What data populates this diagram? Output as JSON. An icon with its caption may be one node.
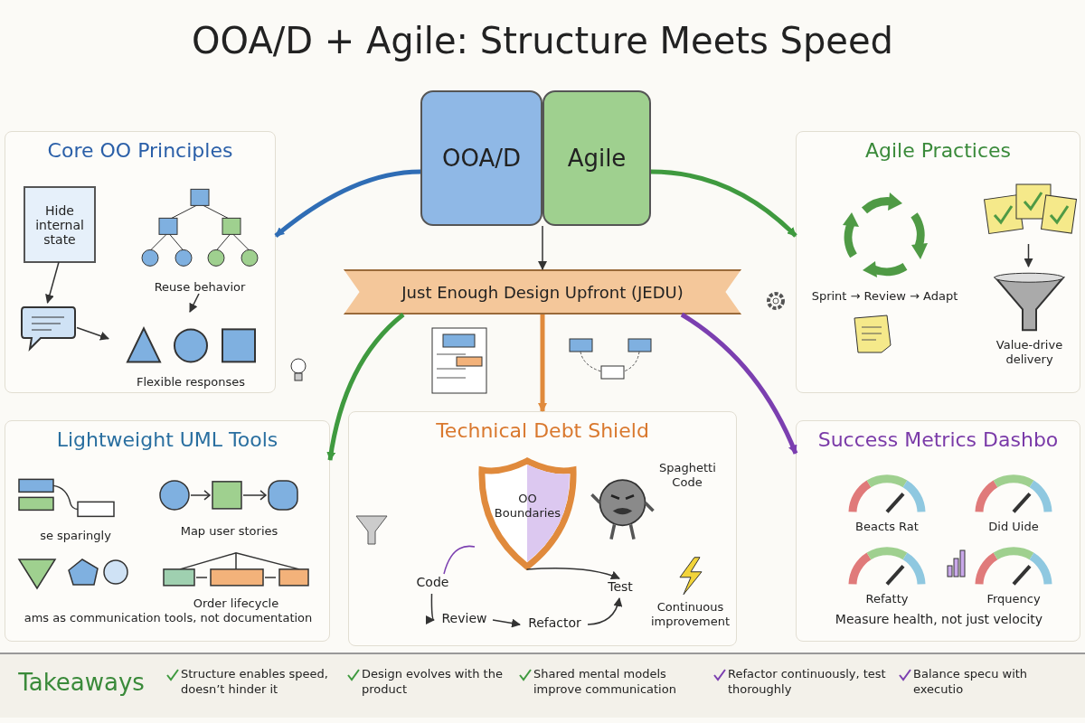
{
  "diagram": {
    "title": "OOA/D + Agile: Structure Meets Speed",
    "nodes": [
      {
        "text": [
          "OOA/D"
        ]
      },
      {
        "text": [
          "Agile"
        ]
      },
      {
        "text": [
          "Just Enough Design Upfront (JEDU)"
        ]
      },
      {
        "text": [
          "Core OO Principles"
        ]
      },
      {
        "text": [
          "Hide internal state"
        ],
        "in": 3
      },
      {
        "text": [
          "Reuse behavior"
        ],
        "in": 3
      },
      {
        "text": [],
        "shape": "picture",
        "in": 3
      },
      {
        "text": [
          "Flexible responses"
        ],
        "in": 3
      },
      {
        "text": [
          "Agile Practices"
        ]
      },
      {
        "text": [
          "Sprint → Review → Adapt"
        ],
        "in": 8
      },
      {
        "text": [],
        "shape": "picture",
        "in": 8
      },
      {
        "text": [
          "Value-drive delivery"
        ],
        "in": 8
      },
      {
        "text": [
          "Lightweight UML Tools"
        ]
      },
      {
        "text": [
          "se sparingly"
        ],
        "in": 12
      },
      {
        "text": [
          "Map user stories"
        ],
        "in": 12
      },
      {
        "text": [
          "Order lifecycle"
        ],
        "in": 12
      },
      {
        "text": [
          "Technical Debt Shield"
        ]
      },
      {
        "text": [
          "OO Boundaries"
        ],
        "in": 16
      },
      {
        "text": [
          "Spaghetti Code"
        ],
        "in": 16
      },
      {
        "text": [
          "Code"
        ],
        "in": 16
      },
      {
        "text": [
          "Review"
        ],
        "in": 16
      },
      {
        "text": [
          "Refactor"
        ],
        "in": 16
      },
      {
        "text": [
          "Test"
        ],
        "in": 16
      },
      {
        "text": [
          "Continuous improvement"
        ],
        "in": 16
      },
      {
        "text": [
          "Success Metrics Dashbo"
        ]
      },
      {
        "text": [
          "Beacts Rat"
        ],
        "in": 24
      },
      {
        "text": [
          "Did Uide"
        ],
        "in": 24
      },
      {
        "text": [
          "Refatty"
        ],
        "in": 24
      },
      {
        "text": [
          "Frquency"
        ],
        "in": 24
      },
      {
        "text": [
          "Takeaways"
        ]
      }
    ],
    "edges": [
      {
        "from": 0,
        "to": 3,
        "arrow": "to",
        "style": "thick",
        "color": "#2f6db5"
      },
      {
        "from": 1,
        "to": 8,
        "arrow": "to",
        "style": "thick",
        "color": "#3f9a3f"
      },
      {
        "from": 0,
        "to": 2,
        "arrow": "to"
      },
      {
        "from": 2,
        "to": 12,
        "arrow": "to",
        "style": "thick",
        "color": "#3f9a3f"
      },
      {
        "from": 2,
        "to": 24,
        "arrow": "to",
        "style": "thick",
        "color": "#7b3fb0"
      },
      {
        "from": 2,
        "to": 16,
        "arrow": "to",
        "style": "thick",
        "color": "#e08a3c"
      },
      {
        "from": 4,
        "to": 6,
        "arrow": "to"
      },
      {
        "from": 6,
        "to": 7,
        "arrow": "to"
      },
      {
        "from": 5,
        "to": 7,
        "arrow": "to"
      },
      {
        "from": 10,
        "to": 11,
        "arrow": "to"
      },
      {
        "from": 19,
        "to": 20,
        "arrow": "to"
      },
      {
        "from": 20,
        "to": 21,
        "arrow": "to"
      },
      {
        "from": 21,
        "to": 22,
        "arrow": "to"
      },
      {
        "from": 17,
        "to": 22,
        "arrow": "to"
      },
      {
        "from": 19,
        "to": 17,
        "arrow": "none",
        "color": "#7b3fb0"
      }
    ],
    "labels": [
      "ams as communication tools, not documentation",
      "Measure health, not just velocity",
      "Structure enables speed, doesn’t hinder it",
      "Design evolves with the product",
      "Shared mental models improve communication",
      "Refactor continuously, test thoroughly",
      "Balance specu with executio"
    ]
  }
}
